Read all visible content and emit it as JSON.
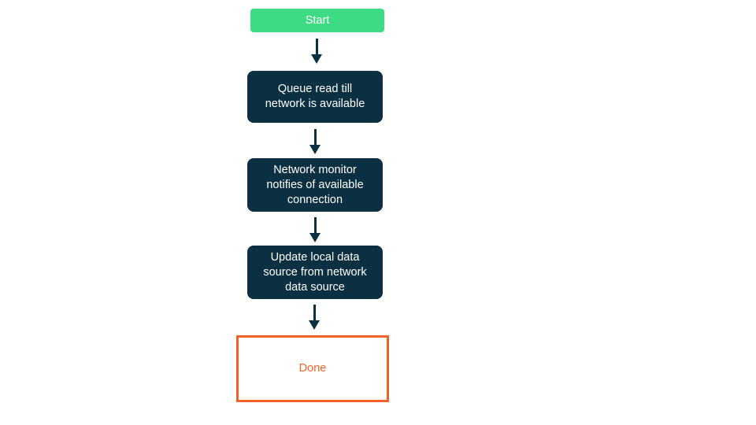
{
  "flowchart": {
    "type": "flowchart",
    "direction": "top-down",
    "nodes": [
      {
        "id": "start",
        "kind": "start-terminal",
        "label": "Start"
      },
      {
        "id": "queue",
        "kind": "process",
        "lines": [
          "Queue read till",
          "network is available"
        ]
      },
      {
        "id": "network",
        "kind": "process",
        "lines": [
          "Network monitor",
          "notifies of available",
          "connection"
        ]
      },
      {
        "id": "update",
        "kind": "process",
        "lines": [
          "Update local data",
          "source from network",
          "data source"
        ]
      },
      {
        "id": "done",
        "kind": "end-terminal",
        "label": "Done"
      }
    ],
    "edges": [
      {
        "from": "start",
        "to": "queue"
      },
      {
        "from": "queue",
        "to": "network"
      },
      {
        "from": "network",
        "to": "update"
      },
      {
        "from": "update",
        "to": "done"
      }
    ],
    "colors": {
      "start_fill": "#3ddc84",
      "process_fill": "#0b3042",
      "done_border": "#f2632a",
      "done_text": "#f2632a",
      "arrow": "#0b3042",
      "text_on_fill": "#ffffff",
      "background": "#ffffff"
    }
  }
}
